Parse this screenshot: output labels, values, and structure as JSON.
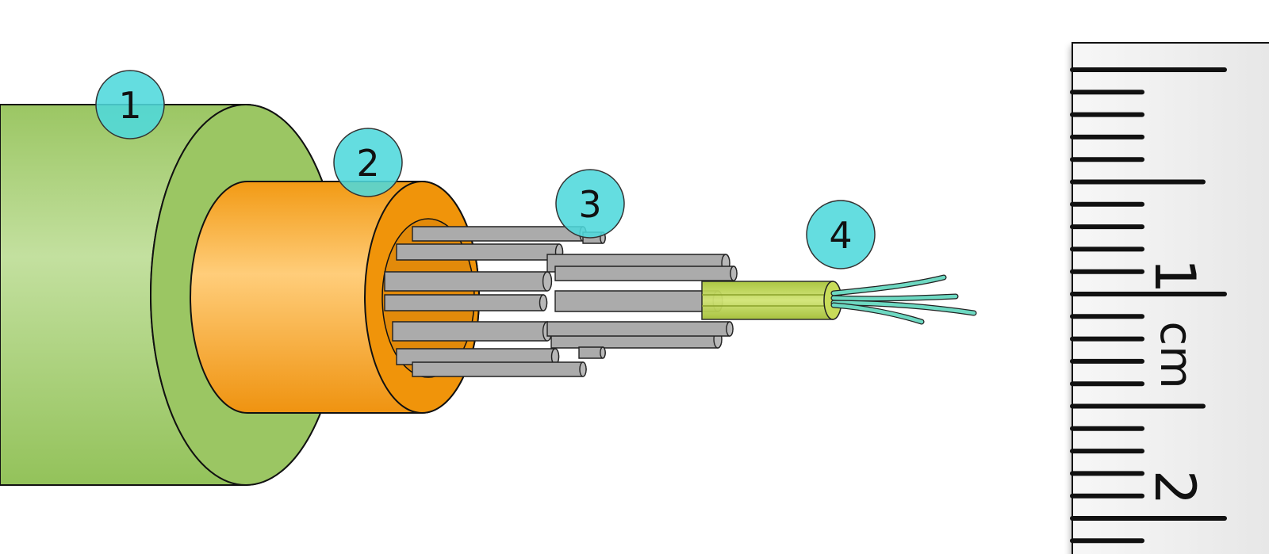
{
  "callouts": [
    {
      "id": "1",
      "label": "1"
    },
    {
      "id": "2",
      "label": "2"
    },
    {
      "id": "3",
      "label": "3"
    },
    {
      "id": "4",
      "label": "4"
    }
  ],
  "ruler": {
    "marks": [
      "1",
      "2"
    ],
    "unit": "cm"
  },
  "colors": {
    "jacket": "#9cc765",
    "buffer": "#f0940a",
    "strength_members": "#ababab",
    "core_tube": "#b5d04a",
    "fibers": "#6dd9c2",
    "callout": "#4fd8dc",
    "ruler_bg": "#efefef"
  }
}
